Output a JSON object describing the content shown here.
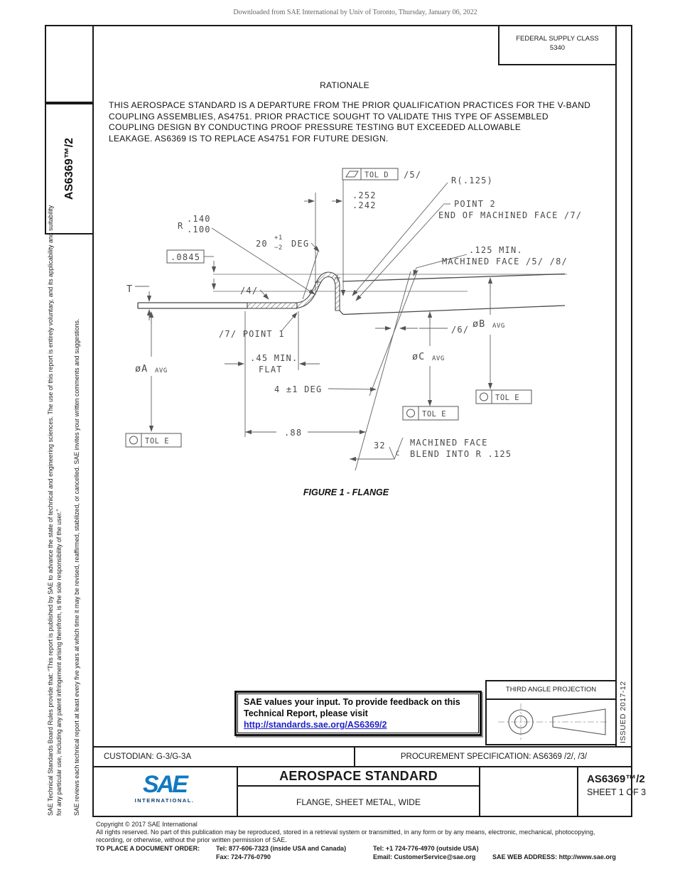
{
  "watermark": "Downloaded from SAE International by Univ of Toronto, Thursday, January 06, 2022",
  "sidebar": {
    "doc_id_vertical": "AS6369™/2",
    "disclaimer_1": "SAE Technical Standards Board Rules provide that: “This report is published by SAE to advance the state of technical and engineering sciences. The use of this report is entirely voluntary, and its applicability and suitability for any particular use, including any patent infringement arising therefrom, is the sole responsibility of the user.”",
    "disclaimer_2": "SAE reviews each technical report at least every five years at which time it may be revised, reaffirmed, stabilized, or cancelled. SAE invites your written comments and suggestions."
  },
  "issued": "ISSUED 2017-12",
  "header": {
    "federal_supply_class_label": "FEDERAL SUPPLY CLASS",
    "federal_supply_class_value": "5340"
  },
  "rationale": {
    "title": "RATIONALE",
    "lines": [
      "THIS AEROSPACE STANDARD IS A DEPARTURE FROM THE PRIOR QUALIFICATION PRACTICES FOR THE V-BAND",
      "COUPLING ASSEMBLIES, AS4751.  PRIOR PRACTICE SOUGHT TO VALIDATE THIS TYPE OF ASSEMBLED",
      "COUPLING DESIGN BY CONDUCTING PROOF PRESSURE TESTING BUT EXCEEDED ALLOWABLE",
      "LEAKAGE.  AS6369 IS TO REPLACE AS4751 FOR FUTURE DESIGN."
    ]
  },
  "figure": {
    "caption": "FIGURE 1 - FLANGE",
    "labels": {
      "tol_d": "TOL D",
      "tol_e": "TOL E",
      "note5": "/5/",
      "r125": "R(.125)",
      "dim252": ".252",
      "dim242": ".242",
      "point2": "POINT 2",
      "point2_note": "END OF MACHINED FACE /7/",
      "r_prefix": "R",
      "r140": ".140",
      "r100": ".100",
      "ang20": "20",
      "ang20_plus": "+1",
      "ang20_minus": "−2",
      "deg": "DEG",
      "min125": ".125 MIN.",
      "machined_face_note": "MACHINED FACE  /5/  /8/",
      "dim0845": ".0845",
      "t": "T",
      "note4": "/4/",
      "point1": "/7/ POINT 1",
      "note6": "/6/",
      "dia_a": "øA",
      "dia_b": "øB",
      "dia_c": "øC",
      "avg": "AVG",
      "flat1": ".45 MIN.",
      "flat2": "FLAT",
      "ang4": "4 ±1 DEG",
      "dim88": ".88",
      "finish32": "32",
      "finishC": "C",
      "finish1": "MACHINED FACE",
      "finish2": "BLEND INTO R .125"
    }
  },
  "feedback_box": {
    "line1": "SAE values your input. To provide feedback on this",
    "line2": "Technical Report, please visit",
    "link": "http://standards.sae.org/AS6369/2"
  },
  "projection": {
    "label": "THIRD ANGLE PROJECTION"
  },
  "custodian_row": {
    "custodian": "CUSTODIAN: G-3/G-3A",
    "procurement": "PROCUREMENT SPECIFICATION: AS6369 /2/, /3/"
  },
  "title_block": {
    "logo_text": "SAE",
    "logo_sub": "INTERNATIONAL.",
    "doc_type": "AEROSPACE STANDARD",
    "doc_title": "FLANGE, SHEET METAL, WIDE",
    "doc_number": "AS6369™/2",
    "sheet": "SHEET 1 OF 3"
  },
  "footer": {
    "copyright": "Copyright © 2017 SAE International",
    "rights_1": "All rights reserved. No part of this publication may be reproduced, stored in a retrieval system or transmitted, in any form or by any means, electronic, mechanical, photocopying,",
    "rights_2": "recording, or otherwise, without the prior written permission of SAE.",
    "order_label": "TO PLACE A DOCUMENT ORDER:",
    "tel1": "Tel: 877-606-7323 (inside USA and Canada)",
    "fax": "Fax: 724-776-0790",
    "tel2": "Tel: +1 724-776-4970 (outside USA)",
    "email": "Email: CustomerService@sae.org",
    "web": "SAE WEB ADDRESS: http://www.sae.org"
  },
  "colors": {
    "link_blue": "#2121cc",
    "logo_blue": "#1279c2",
    "logo_navy": "#0a3a66"
  }
}
